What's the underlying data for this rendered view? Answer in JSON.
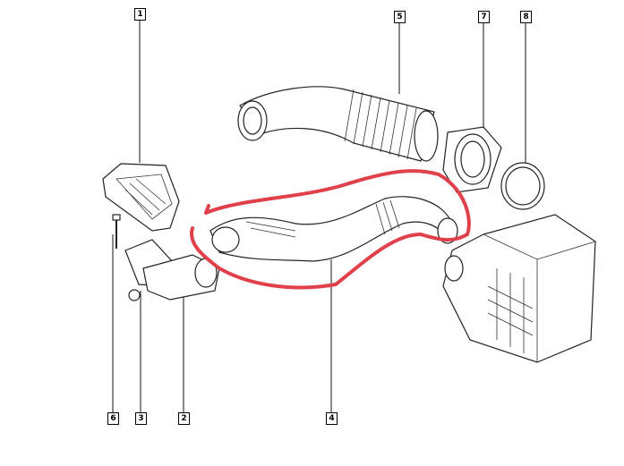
{
  "callouts": {
    "c1": "1",
    "c2": "2",
    "c3": "3",
    "c4": "4",
    "c5": "5",
    "c6": "6",
    "c7": "7",
    "c8": "8"
  },
  "highlight_color": "#e0404a"
}
